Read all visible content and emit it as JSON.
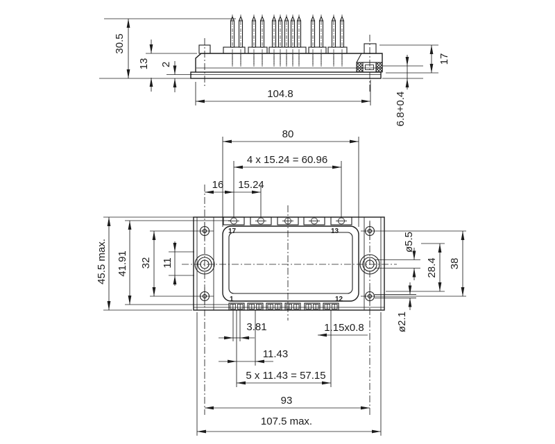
{
  "drawing": {
    "side_view": {
      "dims": {
        "height_total": "30.5",
        "body_height": "13",
        "baseplate": "2",
        "length_ref": "104.8",
        "terminal_height": "17",
        "screw_depth": "6.8+0.4"
      }
    },
    "top_view": {
      "dims": {
        "lid_width": "80",
        "terminal_pitch_total": "4 x 15.24 = 60.96",
        "hole_to_terminal": "16",
        "terminal_pitch": "15.24",
        "height_max": "45.5 max.",
        "row_spacing": "41.91",
        "corner_hole_spacing_left": "32",
        "center_step": "11",
        "mount_hole_dia": "ø5.5",
        "right_span": "28.4",
        "corner_hole_spacing_right": "38",
        "corner_hole_dia": "ø2.1",
        "pin_pair_pitch": "3.81",
        "pin_size": "1.15x0.8",
        "group_pitch": "11.43",
        "group_pitch_total": "5 x 11.43 = 57.15",
        "mount_hole_spacing": "93",
        "width_max": "107.5 max."
      },
      "pin_labels": {
        "top_left": "17",
        "top_right": "13",
        "bottom_left": "1",
        "bottom_right": "12"
      }
    }
  }
}
